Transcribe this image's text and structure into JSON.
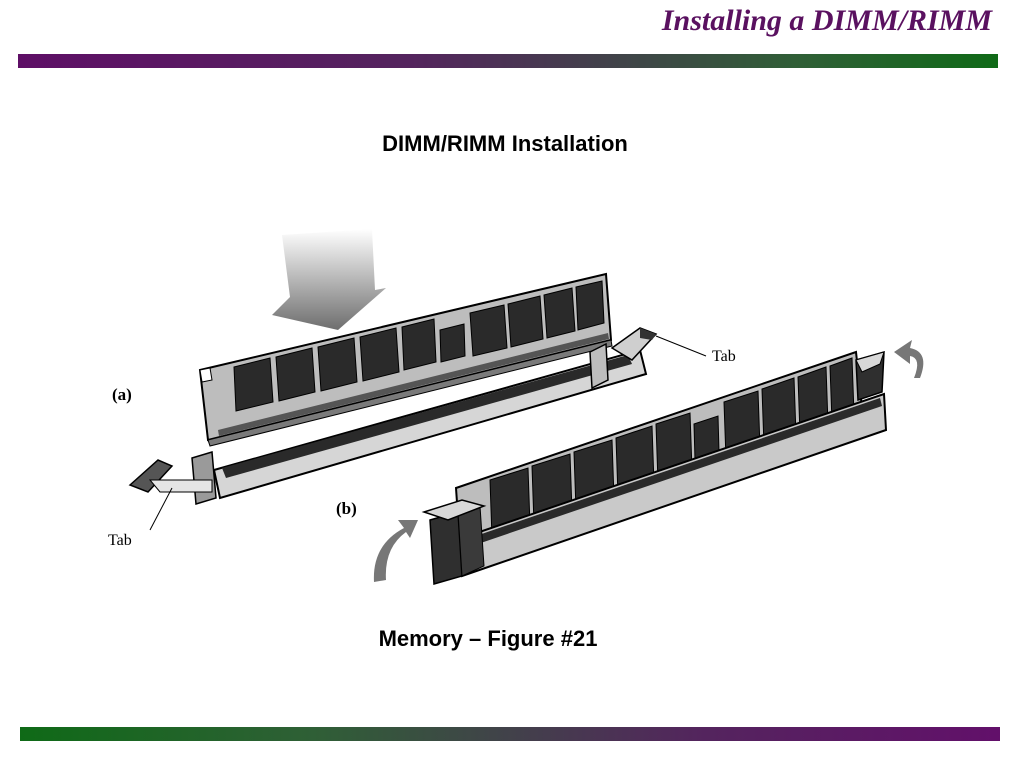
{
  "slide": {
    "title": "Installing a DIMM/RIMM",
    "caption_top": "DIMM/RIMM Installation",
    "caption_bottom": "Memory – Figure #21"
  },
  "figure": {
    "label_a": "(a)",
    "label_b": "(b)",
    "tab_label_right": "Tab",
    "tab_label_left": "Tab"
  },
  "colors": {
    "title": "#5a1160",
    "purple": "#5e0f66",
    "green": "#0f6a17",
    "chip": "#2b2b2b",
    "board": "#b8b8b8",
    "slot": "#d0d0d0"
  },
  "icons": [
    "down-arrow-icon",
    "curved-arrow-icon"
  ]
}
